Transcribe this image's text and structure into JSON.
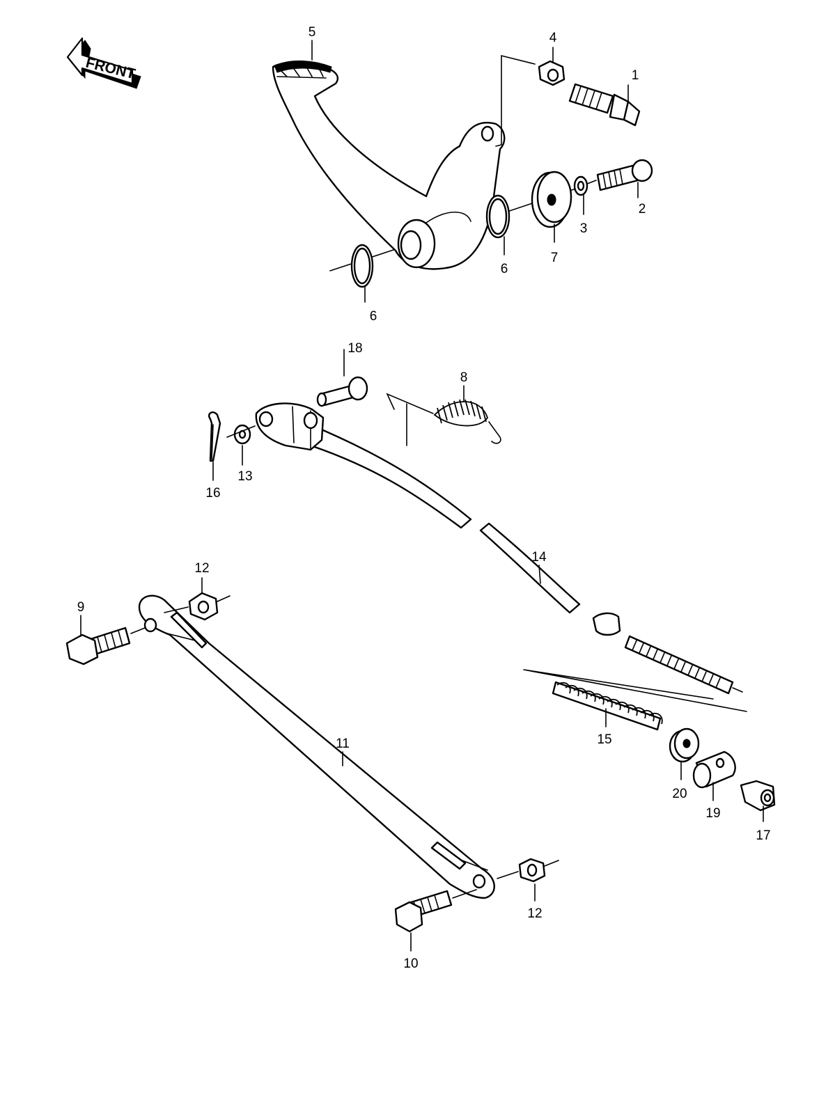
{
  "front_label": "FRONT",
  "callouts": [
    {
      "id": "c1",
      "text": "1"
    },
    {
      "id": "c2",
      "text": "2"
    },
    {
      "id": "c3",
      "text": "3"
    },
    {
      "id": "c4",
      "text": "4"
    },
    {
      "id": "c5",
      "text": "5"
    },
    {
      "id": "c6a",
      "text": "6"
    },
    {
      "id": "c6b",
      "text": "6"
    },
    {
      "id": "c7",
      "text": "7"
    },
    {
      "id": "c8",
      "text": "8"
    },
    {
      "id": "c9",
      "text": "9"
    },
    {
      "id": "c10",
      "text": "10"
    },
    {
      "id": "c11",
      "text": "11"
    },
    {
      "id": "c12a",
      "text": "12"
    },
    {
      "id": "c12b",
      "text": "12"
    },
    {
      "id": "c13",
      "text": "13"
    },
    {
      "id": "c14",
      "text": "14"
    },
    {
      "id": "c15",
      "text": "15"
    },
    {
      "id": "c16",
      "text": "16"
    },
    {
      "id": "c17",
      "text": "17"
    },
    {
      "id": "c18",
      "text": "18"
    },
    {
      "id": "c19",
      "text": "19"
    },
    {
      "id": "c20",
      "text": "20"
    }
  ]
}
